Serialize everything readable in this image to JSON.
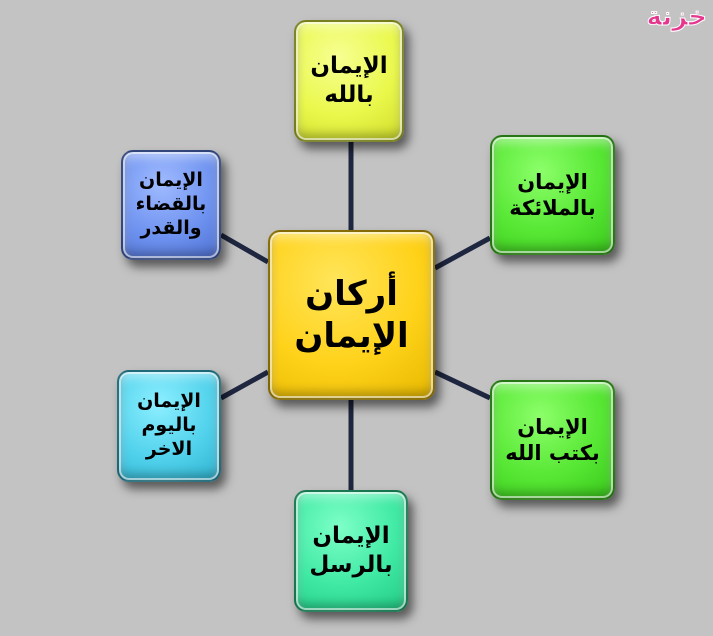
{
  "watermark": "خزنة",
  "center": {
    "line1": "أركان",
    "line2": "الإيمان",
    "color": "#ffd21a"
  },
  "nodes": {
    "allah": {
      "line1": "الإيمان",
      "line2": "بالله",
      "color": "#eaf84c"
    },
    "angels": {
      "line1": "الإيمان",
      "line2": "بالملائكة",
      "color": "#57e734"
    },
    "books": {
      "line1": "الإيمان",
      "line2": "بكتب الله",
      "color": "#57e734"
    },
    "messengers": {
      "line1": "الإيمان",
      "line2": "بالرسل",
      "color": "#3fe9a4"
    },
    "last_day": {
      "line1": "الإيمان",
      "line2": "باليوم",
      "line3": "الاخر",
      "color": "#52d2ec"
    },
    "decree": {
      "line1": "الإيمان",
      "line2": "بالقضاء",
      "line3": "والقدر",
      "color": "#6f93f0"
    }
  }
}
